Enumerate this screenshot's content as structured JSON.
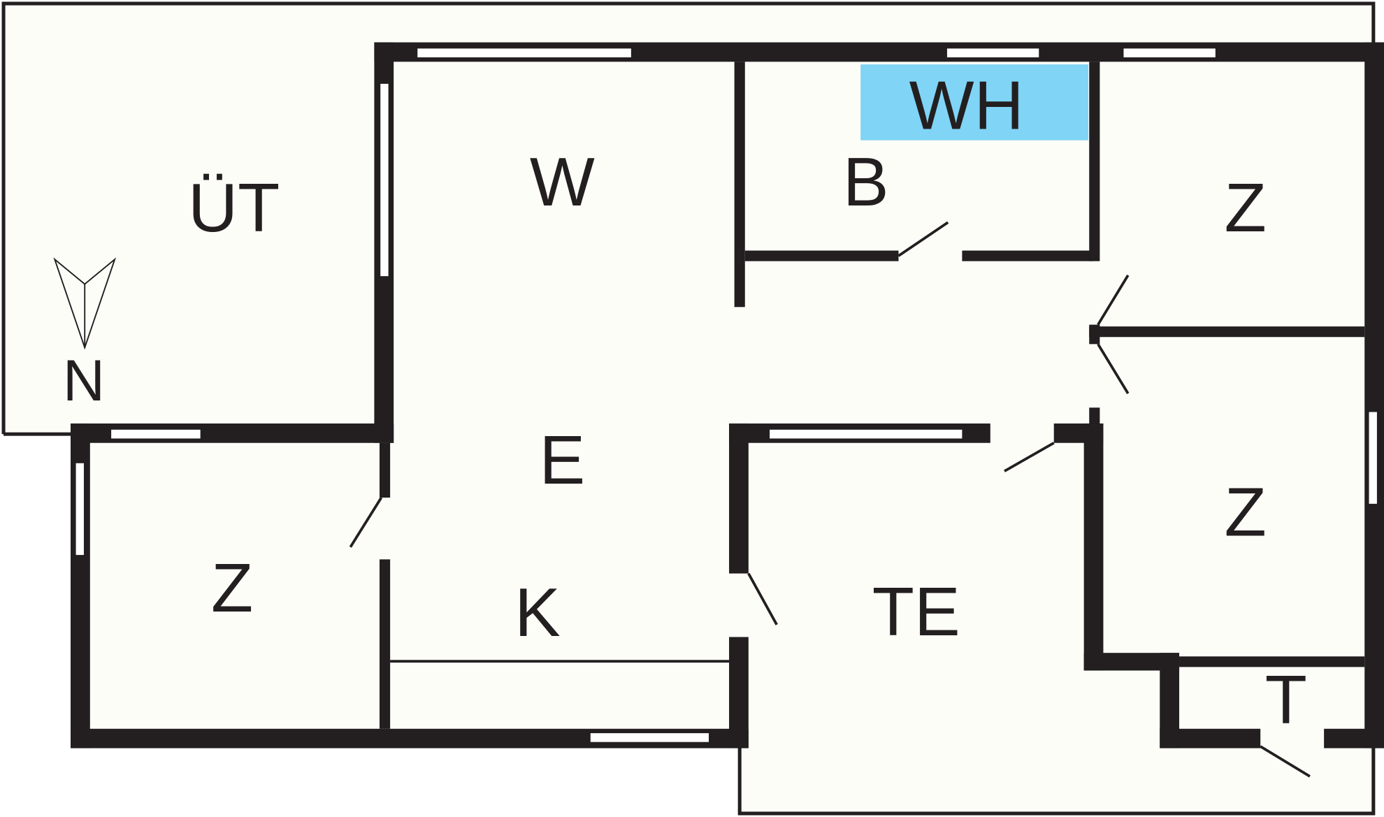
{
  "colors": {
    "floor": "#fdfdf8",
    "wall": "#231f20",
    "highlight": "#80d4f6"
  },
  "rooms": {
    "terrace_top": "ÜT",
    "living": "W",
    "bath": "B",
    "water_heater": "WH",
    "room_ne": "Z",
    "room_e": "Z",
    "room_w": "Z",
    "hall": "E",
    "kitchen": "K",
    "terrace": "TE",
    "toilet": "T"
  },
  "compass": {
    "label": "N"
  }
}
